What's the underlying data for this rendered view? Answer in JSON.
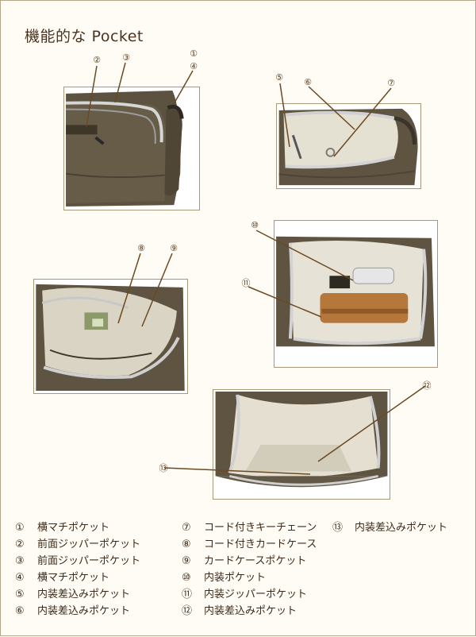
{
  "title": "機能的な Pocket",
  "callouts": {
    "c1": "①",
    "c2": "②",
    "c3": "③",
    "c4": "④",
    "c5": "⑤",
    "c6": "⑥",
    "c7": "⑦",
    "c8": "⑧",
    "c9": "⑨",
    "c10": "⑩",
    "c11": "⑪",
    "c12": "⑫",
    "c13": "⑬"
  },
  "legend": [
    {
      "num": "①",
      "label": "横マチポケット"
    },
    {
      "num": "②",
      "label": "前面ジッパーポケット"
    },
    {
      "num": "③",
      "label": "前面ジッパーポケット"
    },
    {
      "num": "④",
      "label": "横マチポケット"
    },
    {
      "num": "⑤",
      "label": "内装差込みポケット"
    },
    {
      "num": "⑥",
      "label": "内装差込みポケット"
    },
    {
      "num": "⑦",
      "label": "コード付きキーチェーン"
    },
    {
      "num": "⑧",
      "label": "コード付きカードケース"
    },
    {
      "num": "⑨",
      "label": "カードケースポケット"
    },
    {
      "num": "⑩",
      "label": "内装ポケット"
    },
    {
      "num": "⑪",
      "label": "内装ジッパーポケット"
    },
    {
      "num": "⑫",
      "label": "内装差込みポケット"
    },
    {
      "num": "⑬",
      "label": "内装差込みポケット"
    }
  ],
  "colors": {
    "frame": "#a89878",
    "leader": "#6b4a22",
    "bag": "#5e5340",
    "lining": "#e6e2d6",
    "zipper": "#c9c9c9",
    "wallet": "#b5773a"
  }
}
